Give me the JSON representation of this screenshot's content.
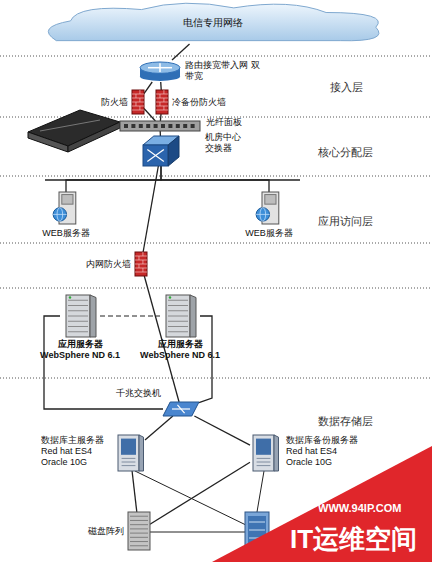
{
  "diagram": {
    "nodes": [
      {
        "text": [
          "电信专用网络"
        ]
      },
      {
        "text": [
          "路由接宽带入网 双带宽"
        ]
      },
      {
        "text": [
          "防火墙"
        ]
      },
      {
        "text": [
          "冷备份防火墙"
        ]
      },
      {
        "text": [
          "光纤面板"
        ]
      },
      {
        "text": [
          "机房中心 交换器"
        ]
      },
      {
        "text": [
          "WEB服务器"
        ]
      },
      {
        "text": [
          "WEB服务器"
        ]
      },
      {
        "text": [
          "内网防火墙"
        ]
      },
      {
        "text": [
          "应用服务器 WebSphere ND 6.1"
        ]
      },
      {
        "text": [
          "应用服务器 WebSphere ND 6.1"
        ]
      },
      {
        "text": [
          "千兆交换机"
        ]
      },
      {
        "text": [
          "数据库主服务器 Red hat ES4 Oracle 10G"
        ]
      },
      {
        "text": [
          "数据库备份服务器 Red hat ES4 Oracle 10G"
        ]
      },
      {
        "text": [
          "磁盘阵列"
        ]
      }
    ],
    "edges": [
      {
        "from": 0,
        "to": 1,
        "arrow": "none"
      },
      {
        "from": 1,
        "to": 2,
        "arrow": "none"
      },
      {
        "from": 1,
        "to": 3,
        "arrow": "none"
      },
      {
        "from": 2,
        "to": 4,
        "arrow": "none"
      },
      {
        "from": 3,
        "to": 4,
        "arrow": "none"
      },
      {
        "from": 4,
        "to": 5,
        "arrow": "none"
      },
      {
        "from": 5,
        "to": 6,
        "arrow": "none"
      },
      {
        "from": 5,
        "to": 7,
        "arrow": "none"
      },
      {
        "from": 5,
        "to": 8,
        "arrow": "none"
      },
      {
        "from": 8,
        "to": 11,
        "arrow": "none"
      },
      {
        "from": 9,
        "to": 11,
        "arrow": "none"
      },
      {
        "from": 10,
        "to": 11,
        "arrow": "none"
      },
      {
        "from": 9,
        "to": 10,
        "arrow": "none"
      },
      {
        "from": 11,
        "to": 12,
        "arrow": "none"
      },
      {
        "from": 11,
        "to": 13,
        "arrow": "none"
      },
      {
        "from": 12,
        "to": 14,
        "arrow": "none"
      },
      {
        "from": 13,
        "to": 14,
        "arrow": "none"
      }
    ],
    "labels": [
      "接入层",
      "核心分配层",
      "应用访问层",
      "数据存储层",
      "WWW.94IP.COM",
      "IT运维空间"
    ]
  }
}
